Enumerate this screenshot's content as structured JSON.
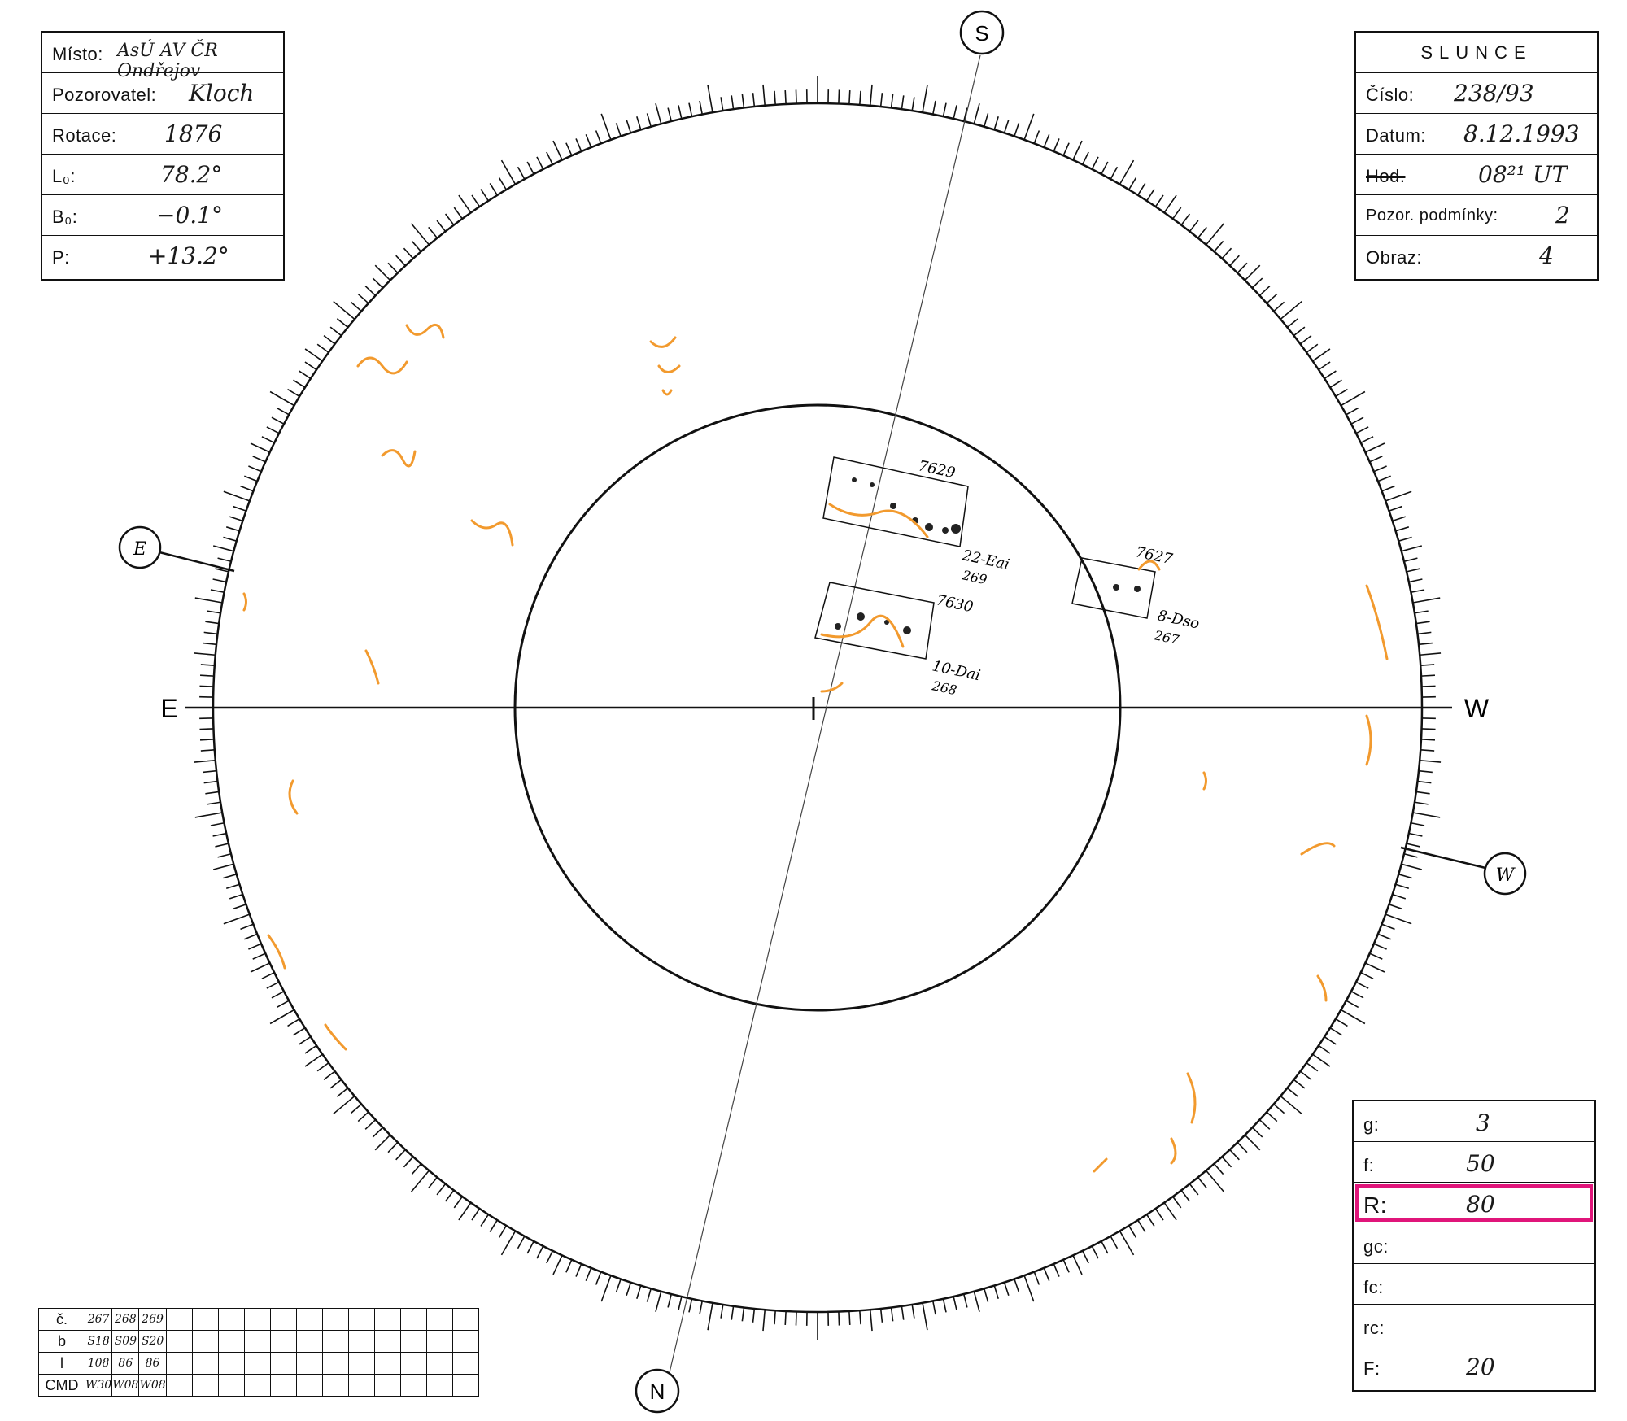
{
  "header_left": {
    "misto_label": "Místo:",
    "misto_value": "AsÚ AV ČR Ondřejov",
    "pozorovatel_label": "Pozorovatel:",
    "pozorovatel_value": "Kloch",
    "rotace_label": "Rotace:",
    "rotace_value": "1876",
    "l0_label": "L₀:",
    "l0_value": "78.2°",
    "b0_label": "B₀:",
    "b0_value": "−0.1°",
    "p_label": "P:",
    "p_value": "+13.2°"
  },
  "header_right": {
    "title": "SLUNCE",
    "cislo_label": "Číslo:",
    "cislo_value": "238/93",
    "datum_label": "Datum:",
    "datum_value": "8.12.1993",
    "cas_label": "Hod.",
    "cas_value": "08²¹ UT",
    "podminky_label": "Pozor. podmínky:",
    "podminky_value": "2",
    "obraz_label": "Obraz:",
    "obraz_value": "4"
  },
  "stats": {
    "g_label": "g:",
    "g_value": "3",
    "f_label": "f:",
    "f_value": "50",
    "r_label": "R:",
    "r_value": "80",
    "gc_label": "gc:",
    "fc_label": "fc:",
    "rc_label": "rc:",
    "F_label": "F:",
    "F_value": "20",
    "highlight_color": "#e0157a"
  },
  "compass": {
    "S": "S",
    "N": "N",
    "E_circle": "E",
    "W_circle": "W",
    "E": "E",
    "W": "W"
  },
  "groups": {
    "g7629": {
      "number": "7629",
      "class": "22-Eai",
      "id": "269"
    },
    "g7630": {
      "number": "7630",
      "class": "10-Dai",
      "id": "268"
    },
    "g7627": {
      "number": "7627",
      "class": "8-Dso",
      "id": "267"
    }
  },
  "bottom_table": {
    "headers": [
      "č.",
      "b",
      "l",
      "CMD"
    ],
    "rows": [
      [
        "267",
        "268",
        "269"
      ],
      [
        "S18",
        "S09",
        "S20"
      ],
      [
        "108",
        "86",
        "86"
      ],
      [
        "W30",
        "W08",
        "W08"
      ]
    ]
  },
  "colors": {
    "facula": "#f29a2e",
    "ink": "#111111"
  }
}
